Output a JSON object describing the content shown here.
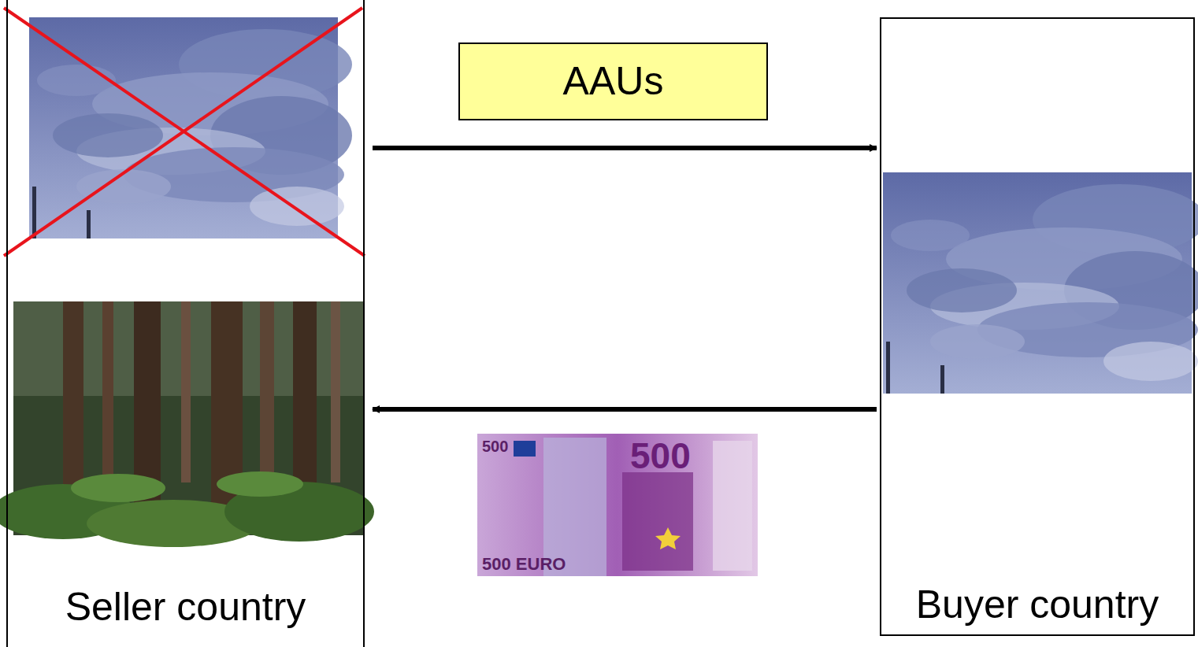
{
  "diagram": {
    "nodes": [
      {
        "text": [
          "Seller country"
        ]
      },
      {
        "text": [
          "AAUs"
        ]
      },
      {
        "text": [
          "Buyer country"
        ]
      }
    ],
    "edges": [
      {
        "from": 0,
        "to": 2,
        "arrow": "to"
      },
      {
        "from": 2,
        "to": 0,
        "arrow": "to"
      }
    ],
    "labels": [
      "500",
      "500",
      "500 EURO"
    ]
  }
}
